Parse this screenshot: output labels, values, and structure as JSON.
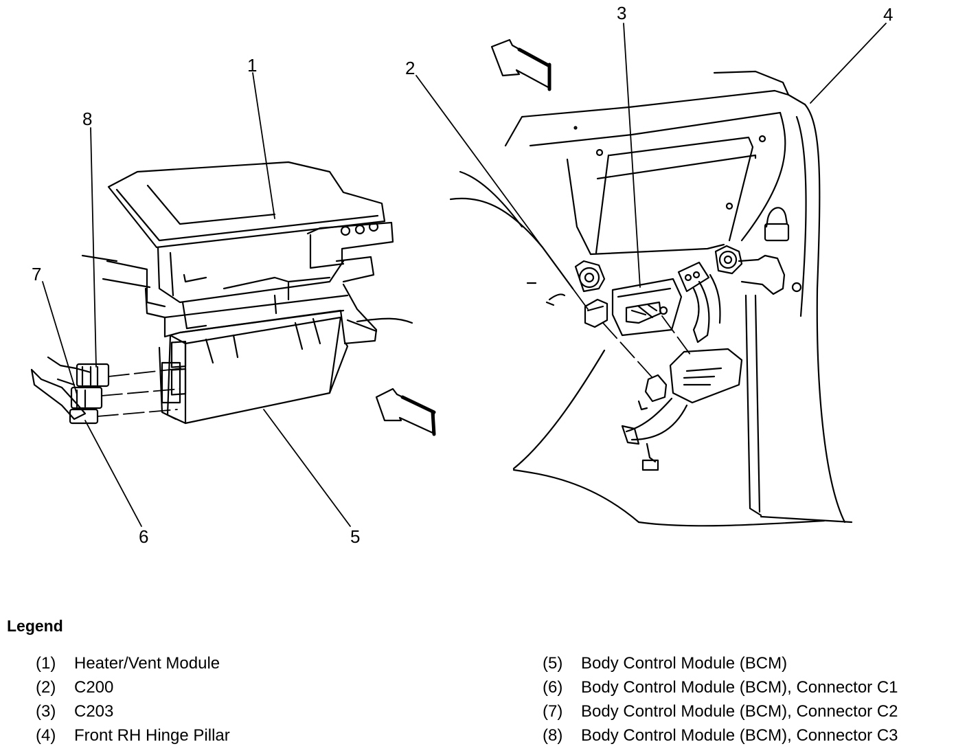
{
  "callouts": {
    "c1": "1",
    "c2": "2",
    "c3": "3",
    "c4": "4",
    "c5": "5",
    "c6": "6",
    "c7": "7",
    "c8": "8"
  },
  "legend": {
    "title": "Legend",
    "items": [
      {
        "num": "(1)",
        "label": "Heater/Vent Module"
      },
      {
        "num": "(2)",
        "label": "C200"
      },
      {
        "num": "(3)",
        "label": "C203"
      },
      {
        "num": "(4)",
        "label": "Front RH Hinge Pillar"
      },
      {
        "num": "(5)",
        "label": "Body Control Module (BCM)"
      },
      {
        "num": "(6)",
        "label": "Body Control Module (BCM), Connector C1"
      },
      {
        "num": "(7)",
        "label": "Body Control Module (BCM), Connector C2"
      },
      {
        "num": "(8)",
        "label": "Body Control Module (BCM), Connector C3"
      }
    ]
  }
}
